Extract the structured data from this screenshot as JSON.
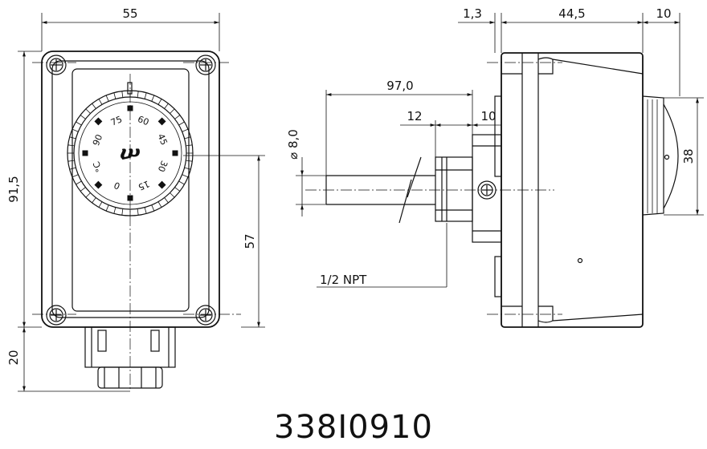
{
  "front_view": {
    "dim_width": "55",
    "dim_height": "91,5",
    "dim_mount": "57",
    "dim_gland": "20",
    "dial_marks": [
      "60",
      "45",
      "30",
      "15",
      "0",
      "°C",
      "90",
      "75"
    ],
    "logo": "ሠ"
  },
  "side_view": {
    "dim_flange": "1,3",
    "dim_body": "44,5",
    "dim_knob": "10",
    "dim_knob_dia": "38",
    "dim_probe_len": "97,0",
    "dim_thread_len": "12",
    "dim_hex": "10",
    "dim_probe_dia": "⌀ 8,0",
    "thread_label": "1/2 NPT"
  },
  "part_number": "338I0910"
}
